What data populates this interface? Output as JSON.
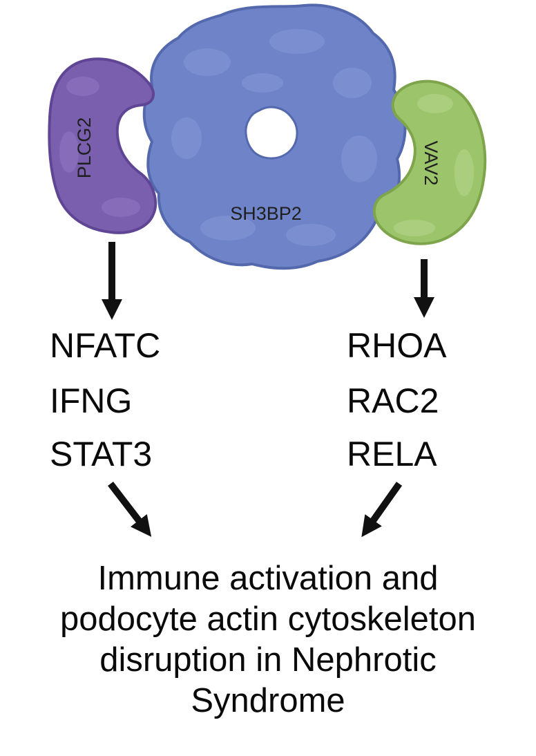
{
  "proteins": {
    "plcg2": {
      "label": "PLCG2",
      "color": "#7a5fae"
    },
    "sh3bp2": {
      "label": "SH3BP2",
      "color": "#6f83c8"
    },
    "vav2": {
      "label": "VAV2",
      "color": "#9cc46a"
    }
  },
  "left_targets": [
    "NFATC",
    "IFNG",
    "STAT3"
  ],
  "right_targets": [
    "RHOA",
    "RAC2",
    "RELA"
  ],
  "outcome": {
    "lines": [
      "Immune activation and",
      "podocyte actin cytoskeleton",
      "disruption in Nephrotic",
      "Syndrome"
    ]
  },
  "colors": {
    "arrow": "#111111",
    "text": "#0a0a0a"
  }
}
